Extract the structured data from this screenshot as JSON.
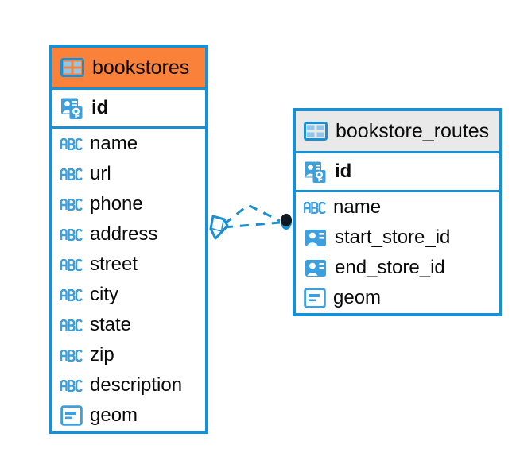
{
  "diagram": {
    "type": "entity-relationship-diagram",
    "background": "#ffffff",
    "accent_blue": "#1a8fd1",
    "accent_orange": "#f9813a",
    "header_grey": "#e9e9e9"
  },
  "entities": [
    {
      "name": "bookstores",
      "header_color": "#f9813a",
      "header_icon": "table-icon",
      "primary_keys": [
        {
          "label": "id",
          "icon": "primary-key-icon"
        }
      ],
      "fields": [
        {
          "label": "name",
          "icon": "abc-text-icon"
        },
        {
          "label": "url",
          "icon": "abc-text-icon"
        },
        {
          "label": "phone",
          "icon": "abc-text-icon"
        },
        {
          "label": "address",
          "icon": "abc-text-icon"
        },
        {
          "label": "street",
          "icon": "abc-text-icon"
        },
        {
          "label": "city",
          "icon": "abc-text-icon"
        },
        {
          "label": "state",
          "icon": "abc-text-icon"
        },
        {
          "label": "zip",
          "icon": "abc-text-icon"
        },
        {
          "label": "description",
          "icon": "abc-text-icon"
        },
        {
          "label": "geom",
          "icon": "geometry-icon"
        }
      ]
    },
    {
      "name": "bookstore_routes",
      "header_color": "#e9e9e9",
      "header_icon": "table-icon",
      "primary_keys": [
        {
          "label": "id",
          "icon": "primary-key-icon"
        }
      ],
      "fields": [
        {
          "label": "name",
          "icon": "abc-text-icon"
        },
        {
          "label": "start_store_id",
          "icon": "foreign-key-icon"
        },
        {
          "label": "end_store_id",
          "icon": "foreign-key-icon"
        },
        {
          "label": "geom",
          "icon": "geometry-icon"
        }
      ]
    }
  ],
  "relationship": {
    "from_entity": "bookstores",
    "to_entity": "bookstore_routes",
    "from_marker": "crows-foot-diamond",
    "to_marker": "filled-circle",
    "line_style": "dashed",
    "line_color": "#1a8fd1"
  }
}
